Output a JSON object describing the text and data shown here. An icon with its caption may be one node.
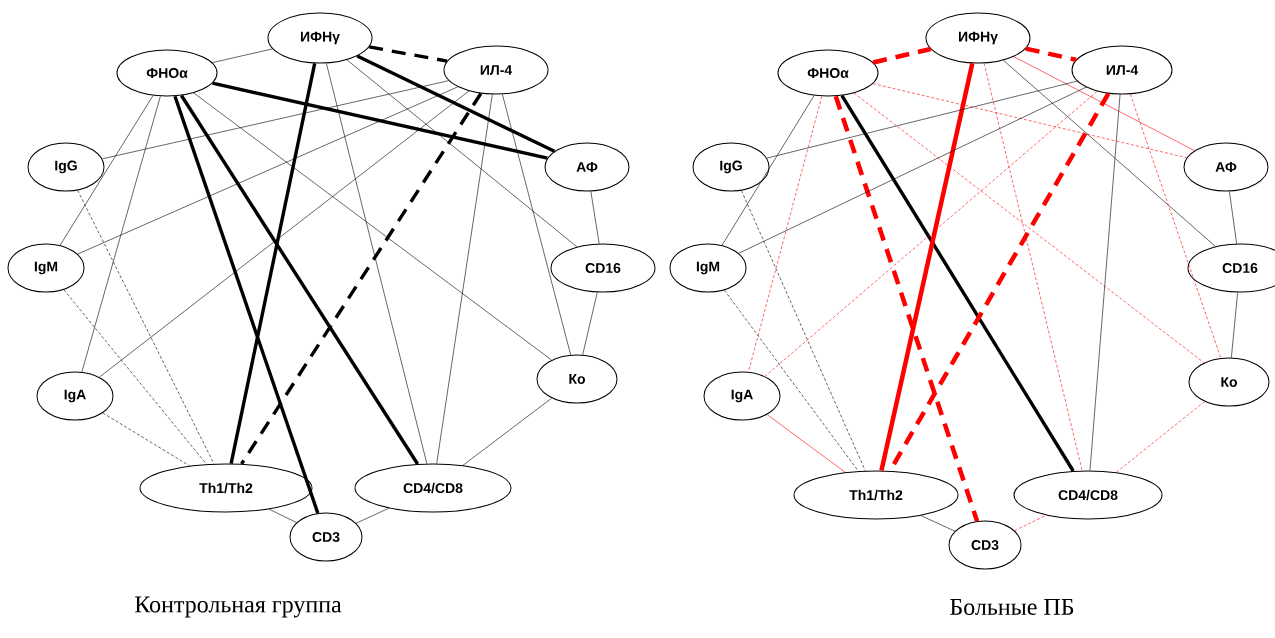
{
  "diagram": {
    "nodes": [
      {
        "text": [
          "ФНОα"
        ]
      },
      {
        "text": [
          "ИФНγ"
        ]
      },
      {
        "text": [
          "ИЛ-4"
        ]
      },
      {
        "text": [
          "IgG"
        ]
      },
      {
        "text": [
          "АФ"
        ]
      },
      {
        "text": [
          "IgM"
        ]
      },
      {
        "text": [
          "CD16"
        ]
      },
      {
        "text": [
          "IgA"
        ]
      },
      {
        "text": [
          "Ко"
        ]
      },
      {
        "text": [
          "Th1/Th2"
        ]
      },
      {
        "text": [
          "CD4/CD8"
        ]
      },
      {
        "text": [
          "CD3"
        ]
      },
      {
        "text": [
          "ФНОα"
        ]
      },
      {
        "text": [
          "ИФНγ"
        ]
      },
      {
        "text": [
          "ИЛ-4"
        ]
      },
      {
        "text": [
          "IgG"
        ]
      },
      {
        "text": [
          "АФ"
        ]
      },
      {
        "text": [
          "IgM"
        ]
      },
      {
        "text": [
          "CD16"
        ]
      },
      {
        "text": [
          "IgA"
        ]
      },
      {
        "text": [
          "Ко"
        ]
      },
      {
        "text": [
          "Th1/Th2"
        ]
      },
      {
        "text": [
          "CD4/CD8"
        ]
      },
      {
        "text": [
          "CD3"
        ]
      }
    ],
    "edges": [
      {
        "from": 0,
        "to": 1,
        "arrow": "none"
      },
      {
        "from": 1,
        "to": 2,
        "arrow": "none",
        "style": "dashed"
      },
      {
        "from": 0,
        "to": 4,
        "arrow": "none",
        "style": "thick"
      },
      {
        "from": 1,
        "to": 4,
        "arrow": "none",
        "style": "thick"
      },
      {
        "from": 1,
        "to": 9,
        "arrow": "none",
        "style": "thick"
      },
      {
        "from": 0,
        "to": 11,
        "arrow": "none",
        "style": "thick"
      },
      {
        "from": 0,
        "to": 10,
        "arrow": "none",
        "style": "thick"
      },
      {
        "from": 2,
        "to": 9,
        "arrow": "none",
        "style": "dashed"
      },
      {
        "from": 0,
        "to": 5,
        "arrow": "none"
      },
      {
        "from": 0,
        "to": 7,
        "arrow": "none"
      },
      {
        "from": 0,
        "to": 8,
        "arrow": "none"
      },
      {
        "from": 2,
        "to": 3,
        "arrow": "none"
      },
      {
        "from": 2,
        "to": 5,
        "arrow": "none"
      },
      {
        "from": 2,
        "to": 7,
        "arrow": "none"
      },
      {
        "from": 2,
        "to": 10,
        "arrow": "none"
      },
      {
        "from": 2,
        "to": 8,
        "arrow": "none"
      },
      {
        "from": 1,
        "to": 10,
        "arrow": "none"
      },
      {
        "from": 1,
        "to": 6,
        "arrow": "none"
      },
      {
        "from": 4,
        "to": 6,
        "arrow": "none"
      },
      {
        "from": 6,
        "to": 8,
        "arrow": "none"
      },
      {
        "from": 8,
        "to": 10,
        "arrow": "none"
      },
      {
        "from": 9,
        "to": 11,
        "arrow": "none"
      },
      {
        "from": 11,
        "to": 10,
        "arrow": "none"
      },
      {
        "from": 3,
        "to": 9,
        "arrow": "none",
        "style": "dashed"
      },
      {
        "from": 5,
        "to": 9,
        "arrow": "none",
        "style": "dashed"
      },
      {
        "from": 7,
        "to": 9,
        "arrow": "none",
        "style": "dashed"
      },
      {
        "from": 12,
        "to": 13,
        "arrow": "none",
        "style": "dashed",
        "color": "#ff0000"
      },
      {
        "from": 13,
        "to": 14,
        "arrow": "none",
        "style": "dashed",
        "color": "#ff0000"
      },
      {
        "from": 12,
        "to": 16,
        "arrow": "none",
        "style": "dashed",
        "color": "#ff0000"
      },
      {
        "from": 12,
        "to": 20,
        "arrow": "none",
        "style": "dashed",
        "color": "#ff0000"
      },
      {
        "from": 12,
        "to": 17,
        "arrow": "none"
      },
      {
        "from": 12,
        "to": 19,
        "arrow": "none",
        "style": "dashed",
        "color": "#ff0000"
      },
      {
        "from": 12,
        "to": 23,
        "arrow": "none",
        "style": "dashed",
        "color": "#ff0000"
      },
      {
        "from": 12,
        "to": 22,
        "arrow": "none",
        "style": "thick"
      },
      {
        "from": 13,
        "to": 21,
        "arrow": "none",
        "style": "thick",
        "color": "#ff0000"
      },
      {
        "from": 14,
        "to": 21,
        "arrow": "none",
        "style": "dashed",
        "color": "#ff0000"
      },
      {
        "from": 13,
        "to": 16,
        "arrow": "none",
        "color": "#ff0000"
      },
      {
        "from": 13,
        "to": 18,
        "arrow": "none"
      },
      {
        "from": 13,
        "to": 22,
        "arrow": "none",
        "style": "dashed",
        "color": "#ff0000"
      },
      {
        "from": 14,
        "to": 19,
        "arrow": "none",
        "style": "dashed",
        "color": "#ff0000"
      },
      {
        "from": 14,
        "to": 15,
        "arrow": "none"
      },
      {
        "from": 14,
        "to": 17,
        "arrow": "none"
      },
      {
        "from": 14,
        "to": 22,
        "arrow": "none"
      },
      {
        "from": 14,
        "to": 20,
        "arrow": "none",
        "style": "dashed",
        "color": "#ff0000"
      },
      {
        "from": 16,
        "to": 18,
        "arrow": "none"
      },
      {
        "from": 18,
        "to": 20,
        "arrow": "none"
      },
      {
        "from": 20,
        "to": 22,
        "arrow": "none",
        "style": "dashed",
        "color": "#ff0000"
      },
      {
        "from": 15,
        "to": 21,
        "arrow": "none",
        "style": "dashed"
      },
      {
        "from": 17,
        "to": 21,
        "arrow": "none",
        "style": "dashed"
      },
      {
        "from": 19,
        "to": 21,
        "arrow": "none",
        "color": "#ff0000"
      },
      {
        "from": 21,
        "to": 23,
        "arrow": "none"
      },
      {
        "from": 23,
        "to": 22,
        "arrow": "none",
        "style": "dashed",
        "color": "#ff0000"
      }
    ],
    "labels": [
      "Контрольная группа",
      "Больные ПБ"
    ]
  }
}
